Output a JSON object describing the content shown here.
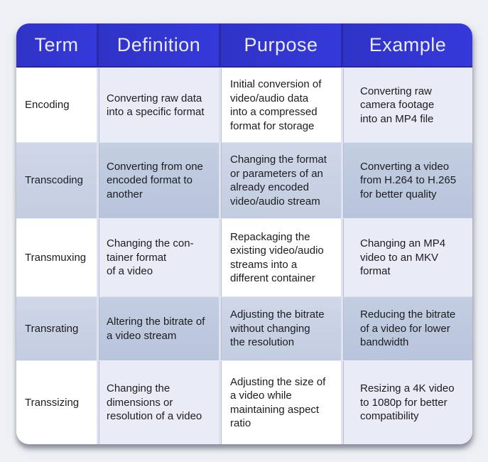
{
  "page": {
    "background_color": "#eef0f4"
  },
  "colors": {
    "header_bg": "#3236cf",
    "header_text": "#e9eaf4",
    "odd_row_plain": "#ffffff",
    "odd_row_tint": "#e9ecf6",
    "even_row_light": "#c9d2e4",
    "even_row_dark": "#bcc8de",
    "body_text": "#1c1c1e",
    "separator": "#dfe3ef"
  },
  "chart_data": {
    "type": "table",
    "columns": [
      "Term",
      "Definition",
      "Purpose",
      "Example"
    ],
    "rows": [
      {
        "term": "Encoding",
        "definition": "Converting raw data\ninto a specific format",
        "purpose": "Initial conversion of\nvideo/audio data\ninto a compressed\nformat for storage",
        "example": "Converting raw\ncamera footage\ninto an MP4 file"
      },
      {
        "term": "Transcoding",
        "definition": "Converting from one\nencoded format to\nanother",
        "purpose": "Changing the format\nor parameters of an\nalready encoded\nvideo/audio stream",
        "example": "Converting a video\nfrom H.264 to H.265\nfor better quality"
      },
      {
        "term": "Transmuxing",
        "definition": "Changing the con-\ntainer format\nof a video",
        "purpose": "Repackaging the\nexisting video/audio\nstreams into a\ndifferent container",
        "example": "Changing an MP4\nvideo to an MKV\nformat"
      },
      {
        "term": "Transrating",
        "definition": "Altering the bitrate of\na video stream",
        "purpose": "Adjusting the bitrate\nwithout changing\nthe resolution",
        "example": "Reducing the bitrate\nof a video for lower\nbandwidth"
      },
      {
        "term": "Transsizing",
        "definition": "Changing the\ndimensions or\nresolution of a video",
        "purpose": "Adjusting the size of\na video while\nmaintaining aspect\nratio",
        "example": "Resizing a 4K video\nto 1080p for better\ncompatibility"
      }
    ]
  }
}
